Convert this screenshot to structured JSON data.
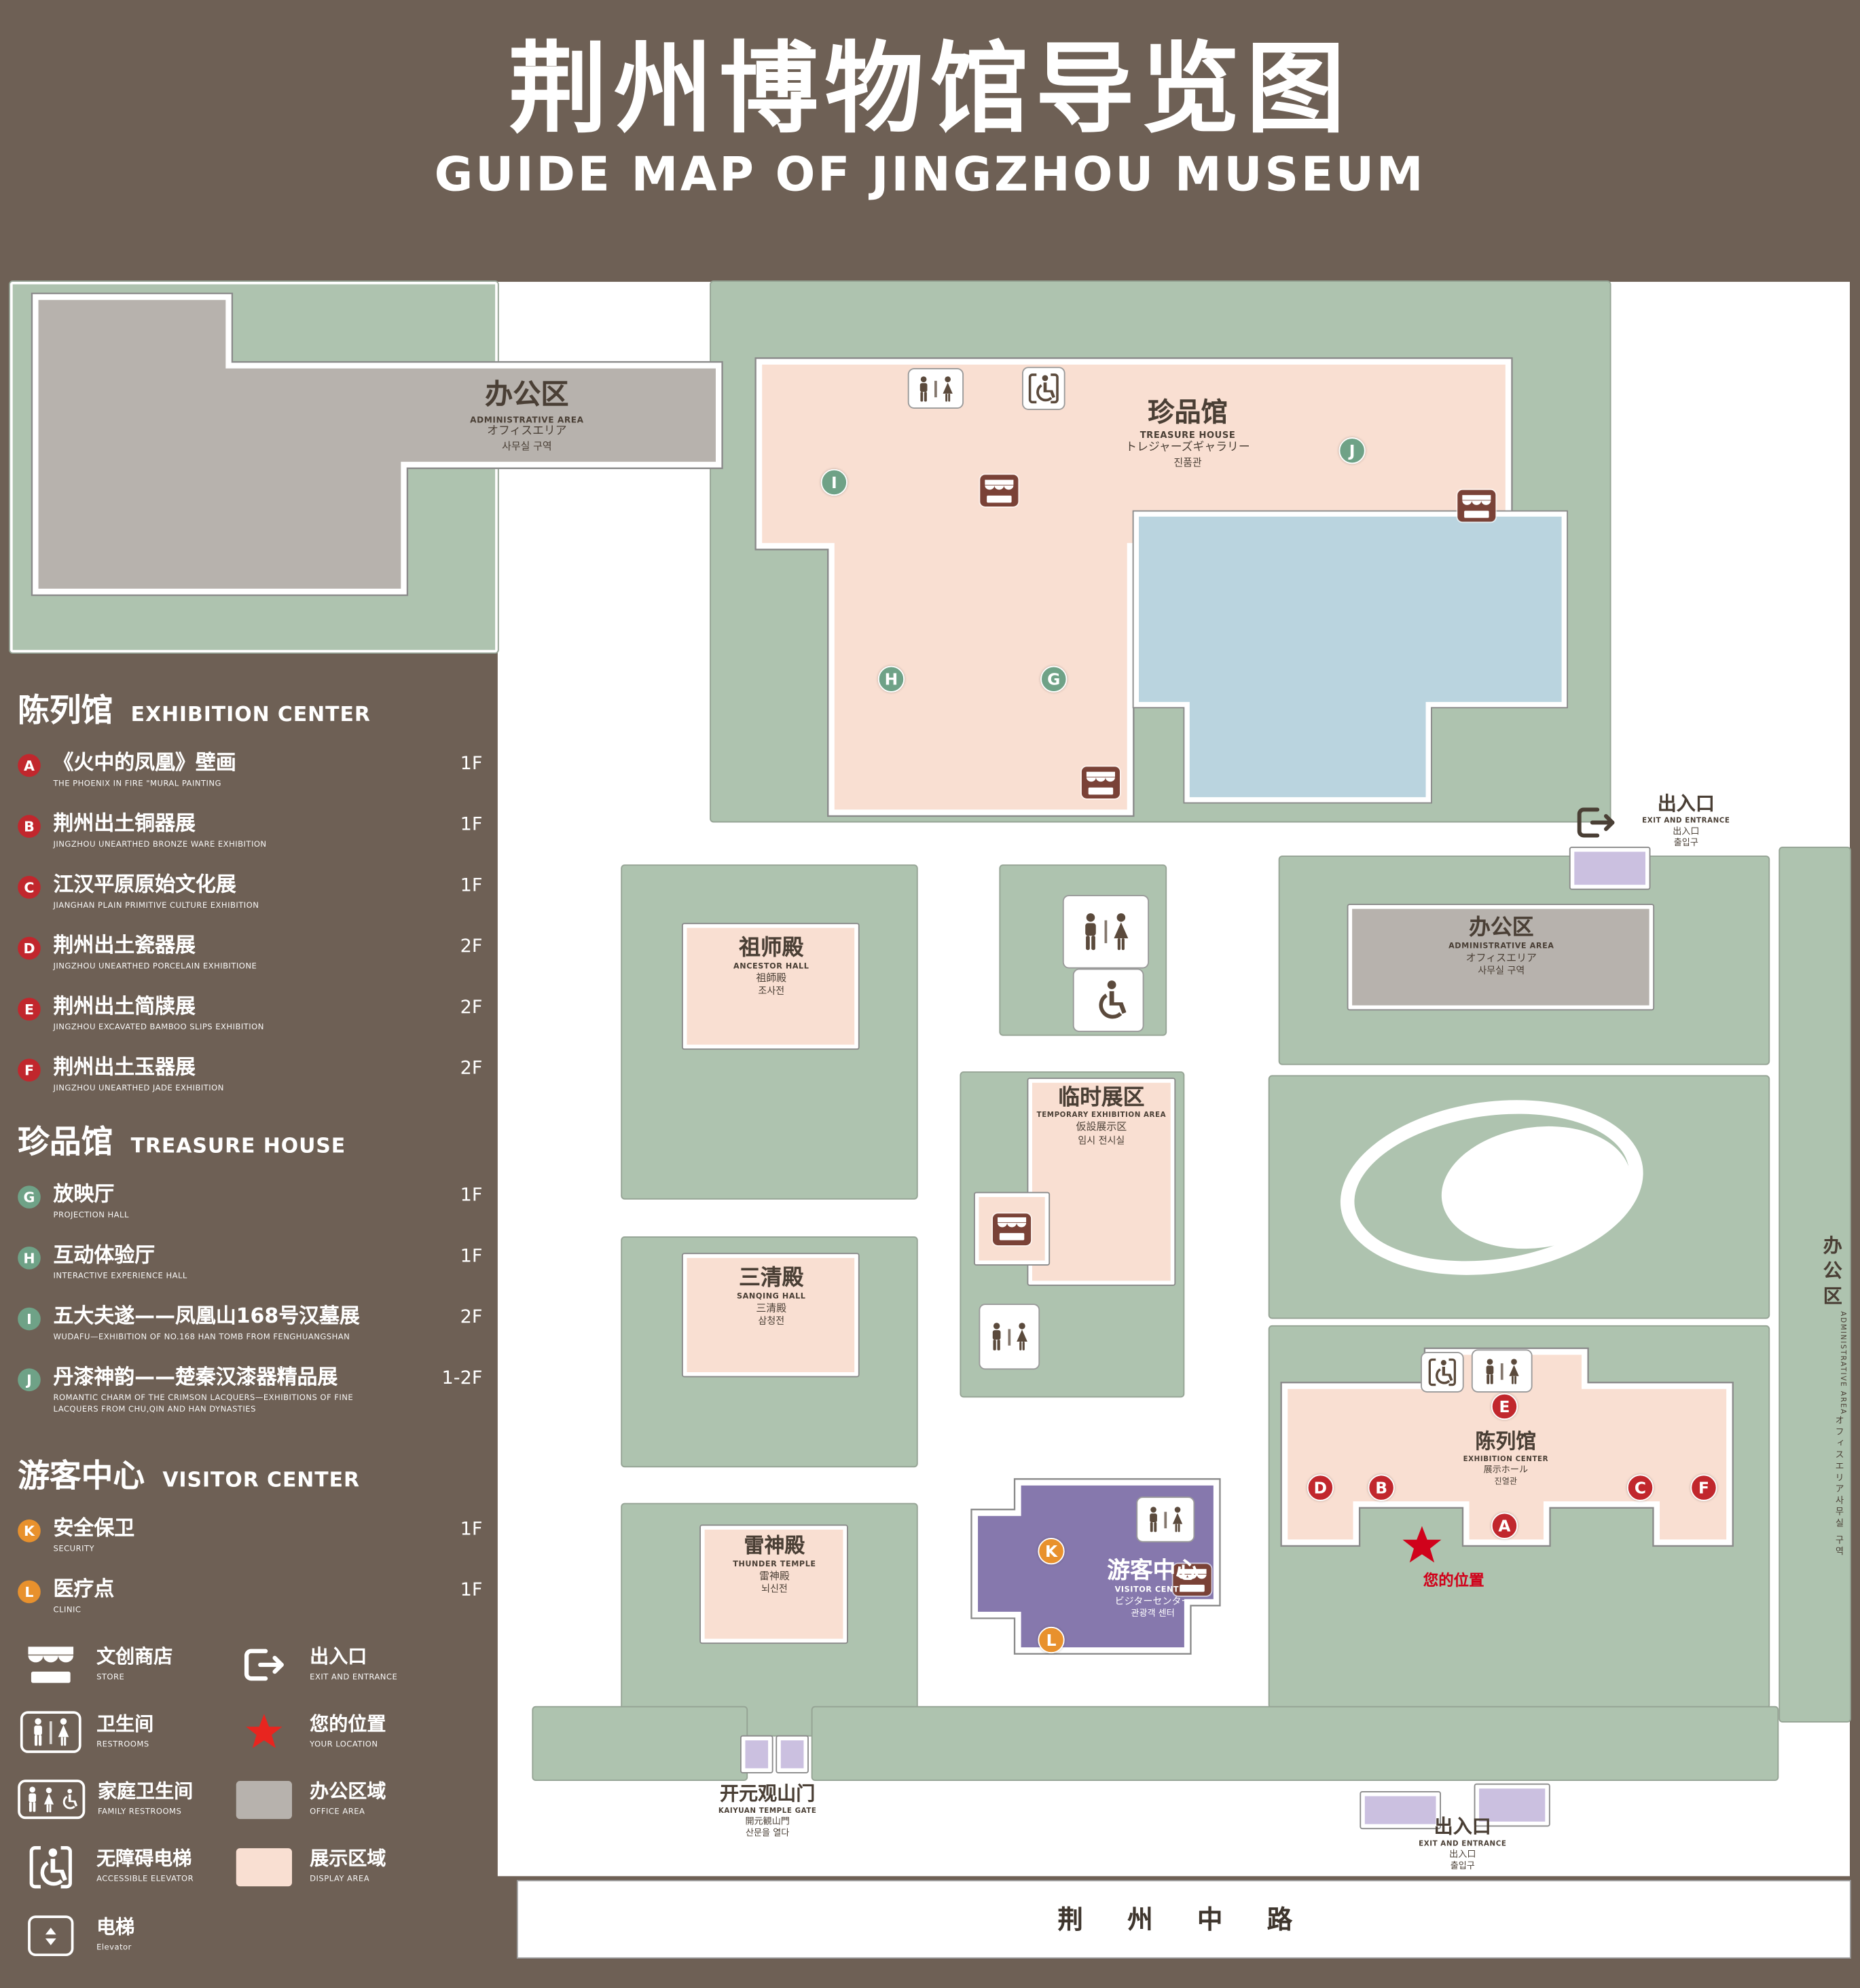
{
  "colors": {
    "background": "#6e6055",
    "lawn": "#aec3af",
    "display_area": "#f9dfd2",
    "office_area": "#b7b2ad",
    "visitor_center_purple": "#8678ad",
    "pond_blue": "#bad4df",
    "entrance_purple": "#cbc0e0",
    "marker_red": "#c1272d",
    "marker_green": "#6fa287",
    "marker_orange": "#e8912d",
    "location_red": "#d0021b"
  },
  "header": {
    "title_zh": "荆州博物馆导览图",
    "title_en": "GUIDE MAP OF JINGZHOU MUSEUM"
  },
  "legend": {
    "sections": [
      {
        "title_zh": "陈列馆",
        "title_en": "EXHIBITION CENTER",
        "items": [
          {
            "letter": "A",
            "zh": "《火中的凤凰》壁画",
            "en": "THE PHOENIX IN FIRE \"MURAL PAINTING",
            "floor": "1F"
          },
          {
            "letter": "B",
            "zh": "荆州出土铜器展",
            "en": "JINGZHOU UNEARTHED BRONZE WARE EXHIBITION",
            "floor": "1F"
          },
          {
            "letter": "C",
            "zh": "江汉平原原始文化展",
            "en": "JIANGHAN PLAIN PRIMITIVE CULTURE EXHIBITION",
            "floor": "1F"
          },
          {
            "letter": "D",
            "zh": "荆州出土瓷器展",
            "en": "JINGZHOU UNEARTHED PORCELAIN EXHIBITIONE",
            "floor": "2F"
          },
          {
            "letter": "E",
            "zh": "荆州出土简牍展",
            "en": "JINGZHOU EXCAVATED BAMBOO SLIPS EXHIBITION",
            "floor": "2F"
          },
          {
            "letter": "F",
            "zh": "荆州出土玉器展",
            "en": "JINGZHOU UNEARTHED JADE EXHIBITION",
            "floor": "2F"
          }
        ]
      },
      {
        "title_zh": "珍品馆",
        "title_en": "TREASURE HOUSE",
        "items": [
          {
            "letter": "G",
            "zh": "放映厅",
            "en": "PROJECTION HALL",
            "floor": "1F"
          },
          {
            "letter": "H",
            "zh": "互动体验厅",
            "en": "INTERACTIVE EXPERIENCE HALL",
            "floor": "1F"
          },
          {
            "letter": "I",
            "zh": "五大夫遂——凤凰山168号汉墓展",
            "en": "WUDAFU—EXHIBITION OF NO.168 HAN TOMB FROM FENGHUANGSHAN",
            "floor": "2F"
          },
          {
            "letter": "J",
            "zh": "丹漆神韵——楚秦汉漆器精品展",
            "en": "ROMANTIC CHARM OF THE CRIMSON LACQUERS—EXHIBITIONS OF FINE LACQUERS FROM CHU,QIN AND HAN DYNASTIES",
            "floor": "1-2F"
          }
        ]
      },
      {
        "title_zh": "游客中心",
        "title_en": "VISITOR CENTER",
        "items": [
          {
            "letter": "K",
            "zh": "安全保卫",
            "en": "SECURITY",
            "floor": "1F"
          },
          {
            "letter": "L",
            "zh": "医疗点",
            "en": "CLINIC",
            "floor": "1F"
          }
        ]
      }
    ],
    "symbols": [
      {
        "zh": "文创商店",
        "en": "STORE"
      },
      {
        "zh": "出入口",
        "en": "EXIT AND ENTRANCE"
      },
      {
        "zh": "卫生间",
        "en": "RESTROOMS"
      },
      {
        "zh": "您的位置",
        "en": "YOUR LOCATION"
      },
      {
        "zh": "家庭卫生间",
        "en": "FAMILY RESTROOMS"
      },
      {
        "zh": "办公区域",
        "en": "OFFICE AREA"
      },
      {
        "zh": "无障碍电梯",
        "en": "ACCESSIBLE ELEVATOR"
      },
      {
        "zh": "展示区域",
        "en": "DISPLAY AREA"
      },
      {
        "zh": "电梯",
        "en": "Elevator"
      }
    ]
  },
  "map": {
    "admin_nw": {
      "zh": "办公区",
      "en": "ADMINISTRATIVE AREA",
      "jp": "オフィスエリア",
      "kr": "사무실 구역"
    },
    "treasure_house": {
      "zh": "珍品馆",
      "en": "TREASURE HOUSE",
      "jp": "トレジャーズギャラリー",
      "kr": "진품관"
    },
    "exit_right": {
      "zh": "出入口",
      "en": "EXIT AND ENTRANCE",
      "jp": "出入口",
      "kr": "출입구"
    },
    "admin_mid": {
      "zh": "办公区",
      "en": "ADMINISTRATIVE AREA",
      "jp": "オフィスエリア",
      "kr": "사무실 구역"
    },
    "admin_east": {
      "zh": "办公区",
      "en": "ADMINISTRATIVE AREA",
      "jp": "オフィスエリア",
      "kr": "사무실 구역"
    },
    "ancestor_hall": {
      "zh": "祖师殿",
      "en": "ANCESTOR HALL",
      "jp": "祖師殿",
      "kr": "조사전"
    },
    "temporary_exhibition": {
      "zh": "临时展区",
      "en": "TEMPORARY EXHIBITION AREA",
      "jp": "仮設展示区",
      "kr": "임시 전시실"
    },
    "sanqing_hall": {
      "zh": "三清殿",
      "en": "SANQING HALL",
      "jp": "三清殿",
      "kr": "삼청전"
    },
    "thunder_temple": {
      "zh": "雷神殿",
      "en": "THUNDER TEMPLE",
      "jp": "雷神殿",
      "kr": "뇌신전"
    },
    "visitor_center": {
      "zh": "游客中心",
      "en": "VISITOR CENTER",
      "jp": "ビジターセンター",
      "kr": "관광객 센터"
    },
    "exhibition_center": {
      "zh": "陈列馆",
      "en": "EXHIBITION CENTER",
      "jp": "展示ホール",
      "kr": "진열관"
    },
    "your_location": "您的位置",
    "gate": {
      "zh": "开元观山门",
      "en": "KAIYUAN TEMPLE GATE",
      "jp": "開元観山門",
      "kr": "산문을 열다"
    },
    "exit_bottom": {
      "zh": "出入口",
      "en": "EXIT AND ENTRANCE",
      "jp": "出入口",
      "kr": "출입구"
    },
    "road": "荆 州 中 路",
    "markers": {
      "a": "A",
      "b": "B",
      "c": "C",
      "d": "D",
      "e": "E",
      "f": "F",
      "g": "G",
      "h": "H",
      "i": "I",
      "j": "J",
      "k": "K",
      "l": "L"
    }
  }
}
